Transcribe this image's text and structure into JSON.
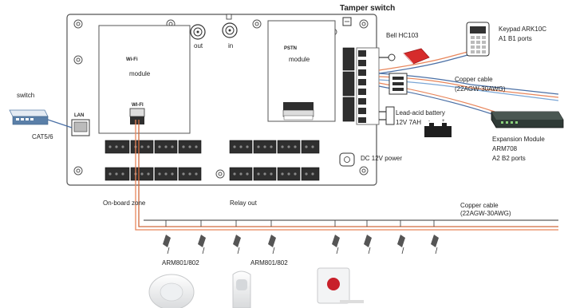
{
  "labels": {
    "tamper_switch": "Tamper switch",
    "out": "out",
    "in": "in",
    "wifi_chip": "Wi-Fi",
    "wifi_module": "module",
    "pstn_chip": "PSTN",
    "pstn_module": "module",
    "bell": "Bell HC103",
    "keypad_title": "Keypad ARK10C",
    "keypad_ports": "A1 B1 ports",
    "copper_cable_1": "Copper cable",
    "copper_cable_1_spec": "(22AGW-30AWG)",
    "battery_line1": "Lead-acid battery",
    "battery_line2": "12V 7AH",
    "expansion_title": "Expansion Module",
    "expansion_model": "ARM708",
    "expansion_ports": "A2 B2 ports",
    "dc_power": "DC 12V power",
    "switch": "switch",
    "lan": "LAN",
    "cat_cable": "CAT5/6",
    "onboard_zone": "On-board zone",
    "relay_out": "Relay out",
    "copper_cable_2": "Copper cable",
    "copper_cable_2_spec": "(22AGW-30AWG)",
    "detector_1": "ARM801/802",
    "detector_2": "ARM801/802"
  },
  "colors": {
    "zone_wire": "#e8855a",
    "bus_wire": "#4a6fa5",
    "board_border": "#555555",
    "terminal": "#2f2f2f",
    "bell_red": "#d62c2c",
    "button_red": "#c8202a"
  }
}
